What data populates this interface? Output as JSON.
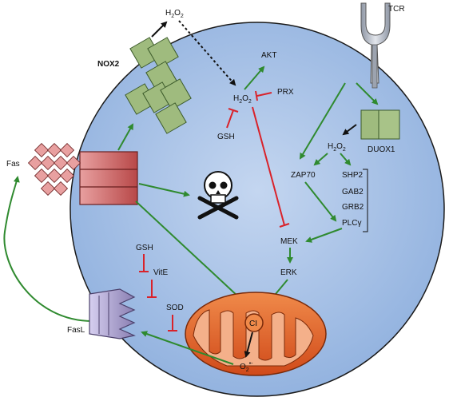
{
  "labels": {
    "h2o2_top": "H",
    "h2o2_top_sub": "2",
    "h2o2_top_o": "O",
    "h2o2_top_sub2": "2",
    "nox2": "NOX2",
    "akt": "AKT",
    "prx": "PRX",
    "gsh_top": "GSH",
    "tcr": "TCR",
    "duox1": "DUOX1",
    "zap70": "ZAP70",
    "shp2": "SHP2",
    "gab2": "GAB2",
    "grb2": "GRB2",
    "plcg": "PLCγ",
    "mek": "MEK",
    "erk": "ERK",
    "fas": "Fas",
    "fasl": "FasL",
    "gsh_bottom": "GSH",
    "vite": "VitE",
    "sod": "SOD",
    "ci": "CI",
    "o2": "O",
    "o2_sub": "2",
    "o2_sup": "•-"
  },
  "colors": {
    "cell_fill": "#a9c3e8",
    "cell_stroke": "#1a1a1a",
    "activation_arrow": "#2f8a2f",
    "inhibition": "#d9222a",
    "nox_green": "#9fbb7e",
    "fas_red": "#c95b5b",
    "fasl_purple": "#9a8fbf",
    "mito_orange": "#e0642a",
    "tcr_gray": "#b7bcc6"
  },
  "icons": {
    "death": "skull-and-crossbones-icon"
  }
}
